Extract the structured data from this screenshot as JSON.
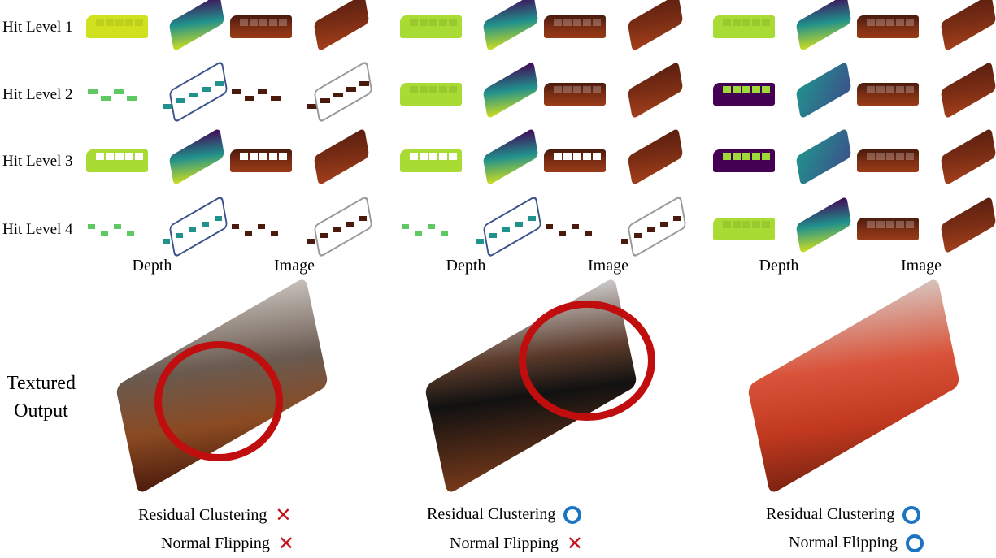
{
  "row_labels": [
    "Hit Level 1",
    "Hit Level 2",
    "Hit Level 3",
    "Hit Level 4"
  ],
  "column_labels": {
    "depth": "Depth",
    "image": "Image"
  },
  "side_label": [
    "Textured",
    "Output"
  ],
  "groups": [
    {
      "rows": [
        "full",
        "partial",
        "windows",
        "sparse"
      ],
      "highlight": true,
      "output_tone": "gray",
      "criteria": [
        {
          "label": "Residual Clustering",
          "result": "cross"
        },
        {
          "label": "Normal Flipping",
          "result": "cross"
        }
      ]
    },
    {
      "rows": [
        "full",
        "full",
        "windows",
        "sparse"
      ],
      "highlight": true,
      "output_tone": "dark",
      "criteria": [
        {
          "label": "Residual Clustering",
          "result": "circle"
        },
        {
          "label": "Normal Flipping",
          "result": "cross"
        }
      ]
    },
    {
      "rows": [
        "full",
        "dark",
        "dark",
        "full"
      ],
      "highlight": false,
      "output_tone": "red",
      "criteria": [
        {
          "label": "Residual Clustering",
          "result": "circle"
        },
        {
          "label": "Normal Flipping",
          "result": "circle"
        }
      ]
    }
  ],
  "colors": {
    "depth_near": "#d8e219",
    "depth_mid": "#21918c",
    "depth_far": "#440154",
    "image": "#7a2d14",
    "cross": "#c4121b",
    "circle": "#1a74c2",
    "ring": "#c00d0d"
  }
}
